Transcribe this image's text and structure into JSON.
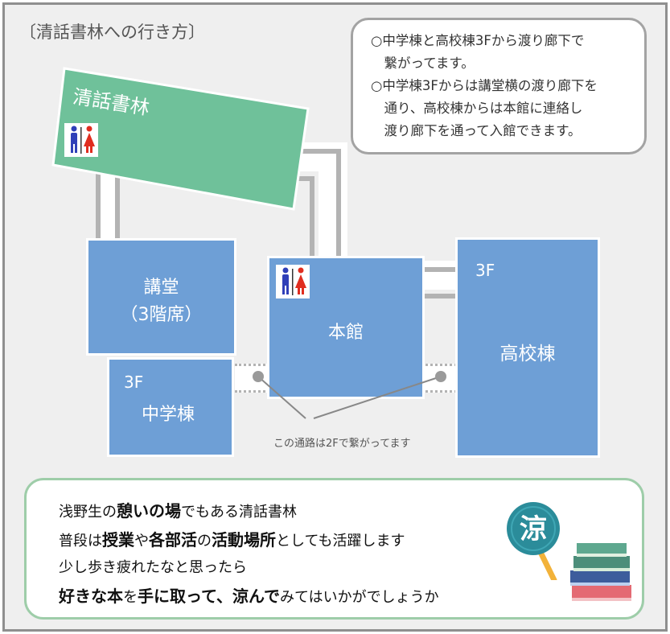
{
  "title": "〔清話書林への行き方〕",
  "access_note": [
    "○中学棟と高校棟3Fから渡り廊下で",
    "　繋がってます。",
    "○中学棟3Fからは講堂横の渡り廊下を",
    "　通り、高校棟からは本館に連絡し",
    "　渡り廊下を通って入館できます。"
  ],
  "buildings": {
    "library": "清話書林",
    "auditorium": "講堂",
    "auditorium_note": "（3階席）",
    "main": "本館",
    "junior_high": "中学棟",
    "high_school": "高校棟",
    "floor_3f": "3F"
  },
  "passage_note": "この通路は2Fで繋がってます",
  "message": {
    "l1_a": "浅野生の",
    "l1_b": "憩いの場",
    "l1_c": "でもある清話書林",
    "l2_a": "普段は",
    "l2_b": "授業",
    "l2_c": "や",
    "l2_d": "各部活",
    "l2_e": "の",
    "l2_f": "活動場所",
    "l2_g": "としても活躍します",
    "l3": "少し歩き疲れたなと思ったら",
    "l4_a": "好きな本",
    "l4_b": "を",
    "l4_c": "手に取って、涼んで",
    "l4_d": "みてはいかがでしょうか"
  },
  "icons": {
    "restroom": "restroom-icon",
    "fan": "fan-icon",
    "fan_char": "涼",
    "books": "books-icon"
  },
  "colors": {
    "library": "#6fc19a",
    "building": "#6e9fd6",
    "frame": "#8f8f8f",
    "message_border": "#9ecda9"
  }
}
